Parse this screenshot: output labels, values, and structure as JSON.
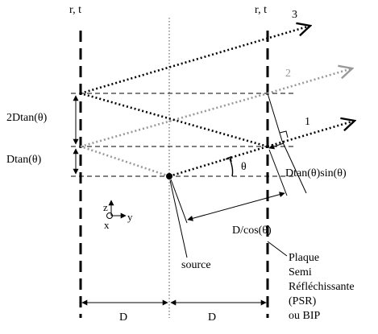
{
  "labels": {
    "wall_left": "r, t",
    "wall_right": "r, t",
    "ray_1": "1",
    "ray_2": "2",
    "ray_3": "3",
    "height_2d": "2Dtan(θ)",
    "height_d": "Dtan(θ)",
    "angle": "θ",
    "dtan_sin": "Dtan(θ)sin(θ)",
    "d_cos": "D/cos(θ)",
    "source": "source",
    "axis_z": "z",
    "axis_y": "y",
    "axis_x": "x",
    "dist_left": "D",
    "dist_right": "D",
    "plate_lines": [
      "Plaque",
      "Semi",
      "Réfléchissante",
      "(PSR)",
      "ou BIP"
    ]
  },
  "colors": {
    "ink": "#000000",
    "ray_2_gray": "#999999",
    "guide_gray": "#777777"
  }
}
